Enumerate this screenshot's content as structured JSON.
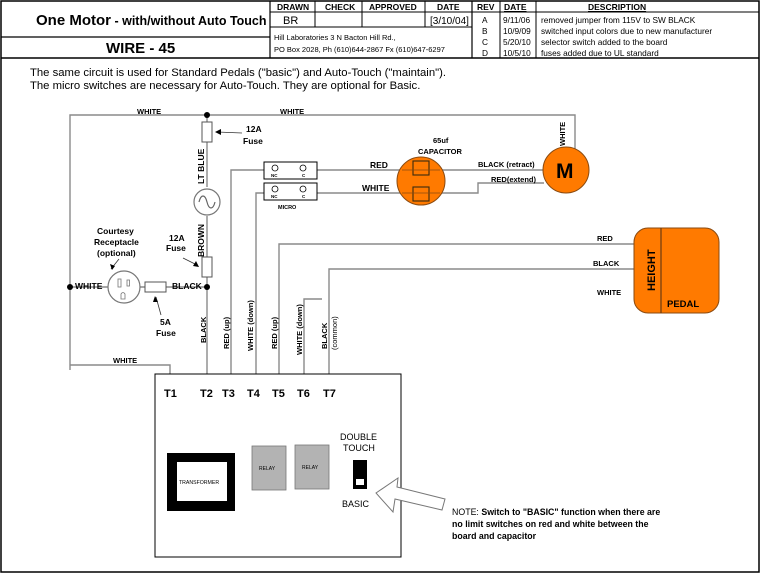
{
  "title_block": {
    "title_main": "One Motor",
    "title_sub": " - with/without Auto Touch",
    "wire_label": "WIRE -  45",
    "headers": [
      "DRAWN",
      "CHECK",
      "APPROVED",
      "DATE"
    ],
    "drawn": "BR",
    "check": "",
    "approved": "",
    "date": "[3/10/04]",
    "company_line1": "Hill Laboratories  3 N Bacton Hill Rd.,",
    "company_line2": "PO Box 2028,  Ph (610)644-2867   Fx (610)647-6297"
  },
  "revisions": {
    "headers": [
      "REV",
      "DATE",
      "DESCRIPTION"
    ],
    "rows": [
      {
        "rev": "A",
        "date": "9/11/06",
        "desc": "removed jumper from 115V to SW  BLACK"
      },
      {
        "rev": "B",
        "date": "10/9/09",
        "desc": "switched input colors due to new manufacturer"
      },
      {
        "rev": "C",
        "date": "5/20/10",
        "desc": " selector switch added to the board"
      },
      {
        "rev": "D",
        "date": "10/5/10",
        "desc": " fuses added due to UL standard"
      }
    ]
  },
  "intro": {
    "line1": "The same circuit is used for Standard Pedals (\"basic\") and Auto-Touch (\"maintain\").",
    "line2": "The micro switches are necessary for Auto-Touch.  They are optional for Basic."
  },
  "wire_labels": {
    "top_white_left": "WHITE",
    "top_white_right": "WHITE",
    "motor_white": "WHITE",
    "lt_blue": "LT BLUE",
    "brown": "BROWN",
    "red_to_cap": "RED",
    "white_to_cap": "WHITE",
    "black_retract": "BLACK (retract)",
    "red_extend": "RED(extend)",
    "pedal_red": "RED",
    "pedal_black": "BLACK",
    "pedal_white": "WHITE",
    "recept_white": "WHITE",
    "recept_black": "BLACK",
    "bottom_white": "WHITE",
    "t2_black": "BLACK",
    "t3_red_up": "RED (up)",
    "t4_white_down": "WHITE (down)",
    "t5_red_up": "RED (up)",
    "t6_white_down": "WHITE (down)",
    "t7_black": "BLACK",
    "t7_common": "(common)"
  },
  "components": {
    "fuse_top": {
      "rating": "12A",
      "label": "Fuse"
    },
    "fuse_mid": {
      "rating": "12A",
      "label": "Fuse"
    },
    "fuse_recept": {
      "rating": "5A",
      "label": "Fuse"
    },
    "receptacle": {
      "line1": "Courtesy",
      "line2": "Receptacle",
      "line3": "(optional)"
    },
    "capacitor": {
      "value": "65uf",
      "label": "CAPACITOR"
    },
    "motor": {
      "label": "M"
    },
    "micro": {
      "label": "MICRO",
      "nc": "NC",
      "c": "C"
    },
    "pedal": {
      "height_label": "HEIGHT",
      "pedal_label": "PEDAL"
    },
    "transformer": {
      "label": "TRANSFORMER"
    },
    "relay1": {
      "label": "RELAY"
    },
    "relay2": {
      "label": "RELAY"
    },
    "switch": {
      "top_line1": "DOUBLE",
      "top_line2": "TOUCH",
      "bottom": "BASIC"
    }
  },
  "terminals": [
    "T1",
    "T2",
    "T3",
    "T4",
    "T5",
    "T6",
    "T7"
  ],
  "note": {
    "prefix": "NOTE: ",
    "line1": "Switch to \"BASIC\" function when there are",
    "line2": "no limit switches on red and white between the",
    "line3": "board and capacitor"
  },
  "colors": {
    "orange": "#ff7a00",
    "wire": "#8a8a8a",
    "relay": "#b3b3b3",
    "ink": "#000000"
  }
}
